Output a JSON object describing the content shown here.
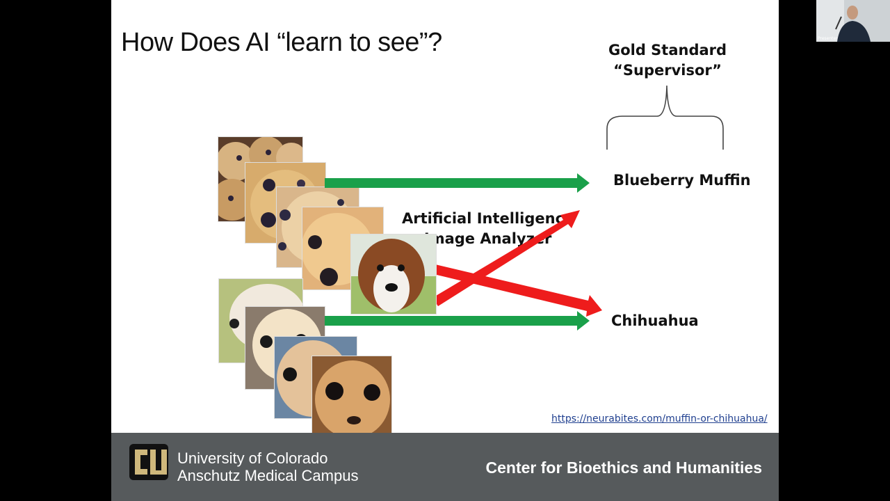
{
  "slide": {
    "title": "How Does AI “learn to see”?",
    "gold_line1": "Gold Standard",
    "gold_line2": "“Supervisor”",
    "ai_line1": "Artificial Intelligence",
    "ai_line2": "Image Analyzer",
    "label_muffin": "Blueberry Muffin",
    "label_chihuahua": "Chihuahua",
    "source_url": "https://neurabites.com/muffin-or-chihuahua/"
  },
  "footer": {
    "university_line1": "University of Colorado",
    "university_line2": "Anschutz Medical Campus",
    "center_name": "Center for Bioethics and Humanities"
  },
  "presenter": {
    "tag": "Presenter"
  },
  "colors": {
    "arrow_correct": "#1aa04a",
    "arrow_wrong": "#ee1c1c",
    "footer_bg": "#565a5c",
    "logo_gold": "#cfb87c"
  }
}
